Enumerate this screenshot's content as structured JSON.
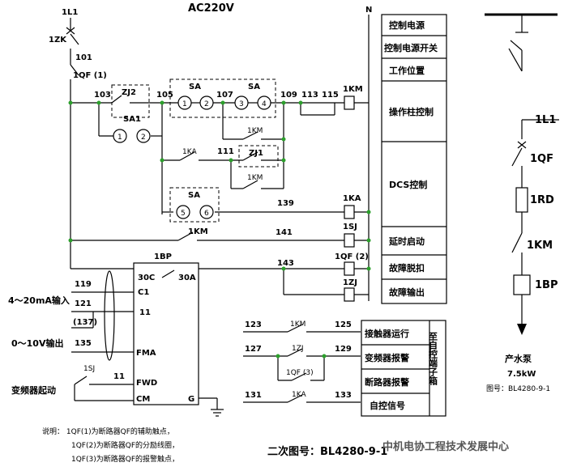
{
  "header": {
    "supply": "AC220V",
    "n_label": "N",
    "l_label": "1L1"
  },
  "wire_numbers": {
    "w101": "101",
    "w103": "103",
    "w105": "105",
    "w107": "107",
    "w109": "109",
    "w113": "113",
    "w115": "115",
    "w111": "111",
    "w139": "139",
    "w141": "141",
    "w143": "143",
    "w119": "119",
    "w121": "121",
    "w137": "(137)",
    "w135": "135",
    "w11": "11",
    "w123": "123",
    "w125": "125",
    "w127": "127",
    "w129": "129",
    "w131": "131",
    "w133": "133"
  },
  "components": {
    "zk": "1ZK",
    "qf1": "1QF (1)",
    "zj2": "ZJ2",
    "sa1": "SA1",
    "sa": "SA",
    "km": "1KM",
    "ka": "1KA",
    "zj1": "ZJ1",
    "sj": "1SJ",
    "qf2": "1QF (2)",
    "zj": "1ZJ",
    "bp": "1BP",
    "qf3": "1QF (3)",
    "zj_contact": "1ZJ",
    "c1": "1",
    "c2": "2",
    "c3": "3",
    "c4": "4",
    "c5": "5",
    "c6": "6"
  },
  "vfd": {
    "term_30c": "30C",
    "term_30a": "30A",
    "term_c1": "C1",
    "term_11": "11",
    "term_fma": "FMA",
    "term_fwd": "FWD",
    "term_cm": "CM",
    "term_g": "G"
  },
  "inputs": {
    "analog_in": "4～20mA输入",
    "analog_out": "0～10V输出",
    "start": "变频器起动",
    "sj_contact": "1SJ"
  },
  "function_table": [
    "控制电源",
    "控制电源开关",
    "工作位置",
    "操作柱控制",
    "DCS控制",
    "延时启动",
    "故障脱扣",
    "故障输出"
  ],
  "signal_table": {
    "rows": [
      "接触器运行",
      "变频器报警",
      "断路器报警",
      "自控信号"
    ],
    "side": "至自控端子箱"
  },
  "one_line": {
    "qf": "1QF",
    "rd": "1RD",
    "km": "1KM",
    "bp": "1BP",
    "load_name": "产水泵",
    "load_power": "7.5kW",
    "drawing": "图号：BL4280-9-1"
  },
  "notes": {
    "head": "说明：",
    "n1": "1QF(1)为断路器QF的辅助触点，",
    "n2": "1QF(2)为断路器QF的分励线圈，",
    "n3": "1QF(3)为断路器QF的报警触点，"
  },
  "footer": {
    "title": "二次图号：BL4280-9-1",
    "watermark": "中机电协工程技术发展中心"
  }
}
